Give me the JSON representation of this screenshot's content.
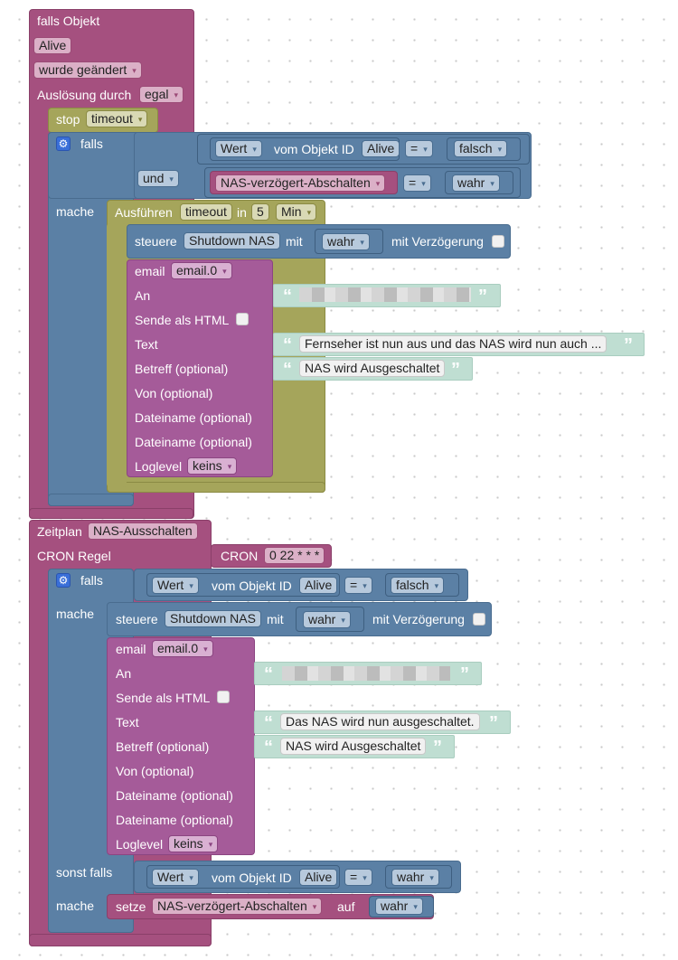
{
  "trigger1": {
    "title": "falls Objekt",
    "object": "Alive",
    "condition": "wurde geändert",
    "trigger_label": "Auslösung durch",
    "trigger_value": "egal"
  },
  "stop": {
    "label": "stop",
    "value": "timeout"
  },
  "if1": {
    "falls": "falls",
    "und_label": "und",
    "mache": "mache",
    "cond1": {
      "prop": "Wert",
      "of_label": "vom Objekt ID",
      "object": "Alive",
      "op": "=",
      "value": "falsch"
    },
    "cond2": {
      "variable": "NAS-verzögert-Abschalten",
      "op": "=",
      "value": "wahr"
    }
  },
  "timeout": {
    "label": "Ausführen",
    "name": "timeout",
    "in_label": "in",
    "amount": "5",
    "unit": "Min"
  },
  "control1": {
    "label": "steuere",
    "target": "Shutdown NAS",
    "mit_label": "mit",
    "value": "wahr",
    "delay_label": "mit Verzögerung"
  },
  "email1": {
    "title": "email",
    "instance": "email.0",
    "an": "An",
    "html": "Sende als HTML",
    "text": "Text",
    "text_value": "Fernseher ist nun aus und das NAS wird nun auch ...",
    "subject": "Betreff (optional)",
    "subject_value": "NAS wird Ausgeschaltet",
    "from": "Von (optional)",
    "file1": "Dateiname (optional)",
    "file2": "Dateiname (optional)",
    "loglevel": "Loglevel",
    "loglevel_value": "keins"
  },
  "schedule": {
    "title": "Zeitplan",
    "name": "NAS-Ausschalten",
    "cron_rule": "CRON Regel",
    "cron_label": "CRON",
    "cron_value": "0 22 * * *"
  },
  "if2": {
    "falls": "falls",
    "mache": "mache",
    "sonst_falls": "sonst falls",
    "mache2": "mache",
    "cond1": {
      "prop": "Wert",
      "of_label": "vom Objekt ID",
      "object": "Alive",
      "op": "=",
      "value": "falsch"
    },
    "cond2": {
      "prop": "Wert",
      "of_label": "vom Objekt ID",
      "object": "Alive",
      "op": "=",
      "value": "wahr"
    }
  },
  "control2": {
    "label": "steuere",
    "target": "Shutdown NAS",
    "mit_label": "mit",
    "value": "wahr",
    "delay_label": "mit Verzögerung"
  },
  "email2": {
    "title": "email",
    "instance": "email.0",
    "an": "An",
    "html": "Sende als HTML",
    "text": "Text",
    "text_value": "Das NAS wird nun ausgeschaltet.",
    "subject": "Betreff (optional)",
    "subject_value": "NAS wird Ausgeschaltet",
    "from": "Von (optional)",
    "file1": "Dateiname (optional)",
    "file2": "Dateiname (optional)",
    "loglevel": "Loglevel",
    "loglevel_value": "keins"
  },
  "set": {
    "label": "setze",
    "variable": "NAS-verzögert-Abschalten",
    "auf_label": "auf",
    "value": "wahr"
  },
  "glyphs": {
    "arrow": "▾",
    "quote_open": "“",
    "quote_close": "”",
    "gear": "⚙"
  },
  "colors": {
    "event": "#a5507f",
    "timer": "#a5a55b",
    "logic": "#5b80a5",
    "command": "#a55b99",
    "text": "#bfded2",
    "workspace_dot": "#c9c9c9"
  }
}
